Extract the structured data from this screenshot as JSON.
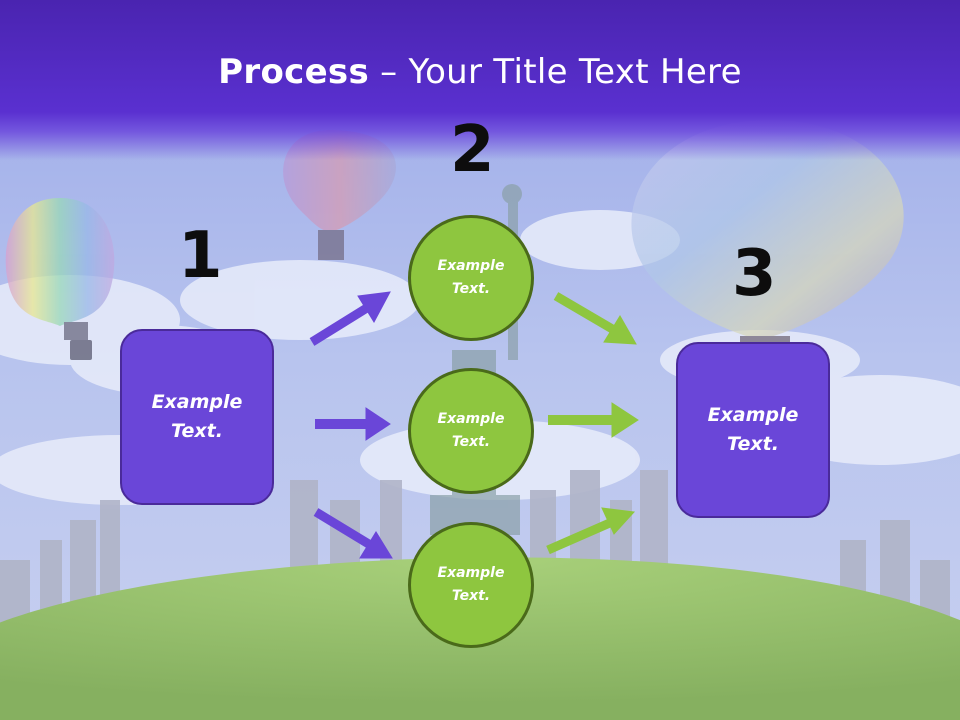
{
  "title": {
    "bold": "Process",
    "rest": " – Your Title Text Here"
  },
  "steps": [
    {
      "number": "1",
      "label": "Example\nText."
    },
    {
      "number": "2",
      "items": [
        "Example\nText.",
        "Example\nText.",
        "Example\nText."
      ]
    },
    {
      "number": "3",
      "label": "Example\nText."
    }
  ],
  "colors": {
    "purple": "#6a46d8",
    "green": "#8ec63f",
    "title_bar": "#4a24b0"
  }
}
